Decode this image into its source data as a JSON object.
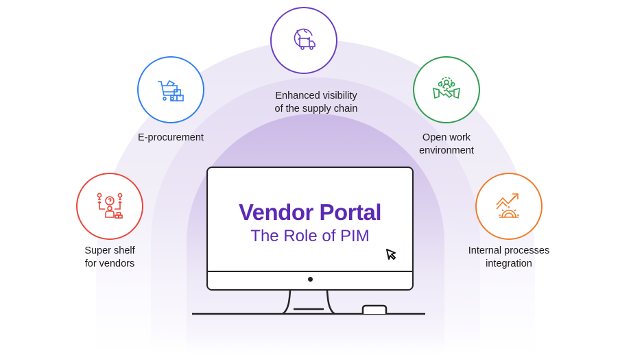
{
  "center": {
    "title": "Vendor Portal",
    "subtitle": "The Role of PIM"
  },
  "features": [
    {
      "id": "super-shelf",
      "label_line1": "Super shelf",
      "label_line2": "for vendors",
      "icon": "vendor-network-icon",
      "color": "#e8463a"
    },
    {
      "id": "e-procurement",
      "label_line1": "E-procurement",
      "label_line2": "",
      "icon": "shopping-cart-boxes-icon",
      "color": "#2f80ed"
    },
    {
      "id": "supply-chain",
      "label_line1": "Enhanced visibility",
      "label_line2": "of the supply chain",
      "icon": "globe-truck-icon",
      "color": "#6a3dc4"
    },
    {
      "id": "open-work",
      "label_line1": "Open work",
      "label_line2": "environment",
      "icon": "handshake-team-icon",
      "color": "#2e9e4f"
    },
    {
      "id": "internal-processes",
      "label_line1": "Internal processes",
      "label_line2": "integration",
      "icon": "gear-growth-icon",
      "color": "#f07c2a"
    }
  ],
  "colors": {
    "brand_purple": "#5b2ab4",
    "outline": "#222222"
  }
}
